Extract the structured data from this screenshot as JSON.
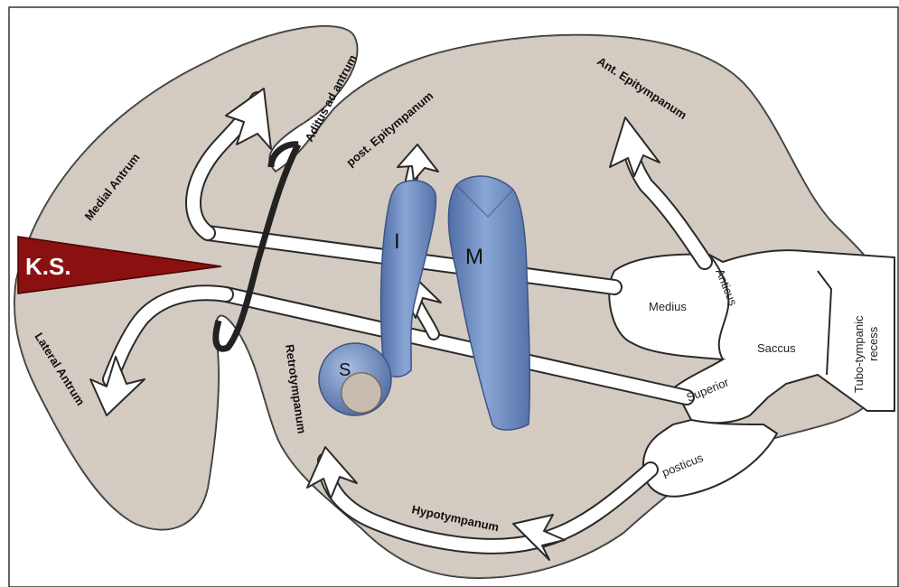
{
  "labels": {
    "ks": "K.S.",
    "medial_antrum": "Medial Antrum",
    "aditus": "Aditus ad antrum",
    "post_epi": "post. Epitympanum",
    "ant_epi": "Ant. Epitympanum",
    "lateral_antrum": "Lateral Antrum",
    "retro": "Retrotympanum",
    "hypo": "Hypotympanum",
    "incus": "I",
    "malleus": "M",
    "stapes": "S",
    "medius": "Medius",
    "anticus": "Anticus",
    "saccus": "Saccus",
    "superior": "Superior",
    "posticus": "posticus",
    "tubo": "Tubo-tympanic recess"
  },
  "colors": {
    "bone": "#cbc1b6",
    "ks": "#8b1010",
    "ossicle": "#6f8fc4",
    "outline": "#1a1a1a"
  }
}
